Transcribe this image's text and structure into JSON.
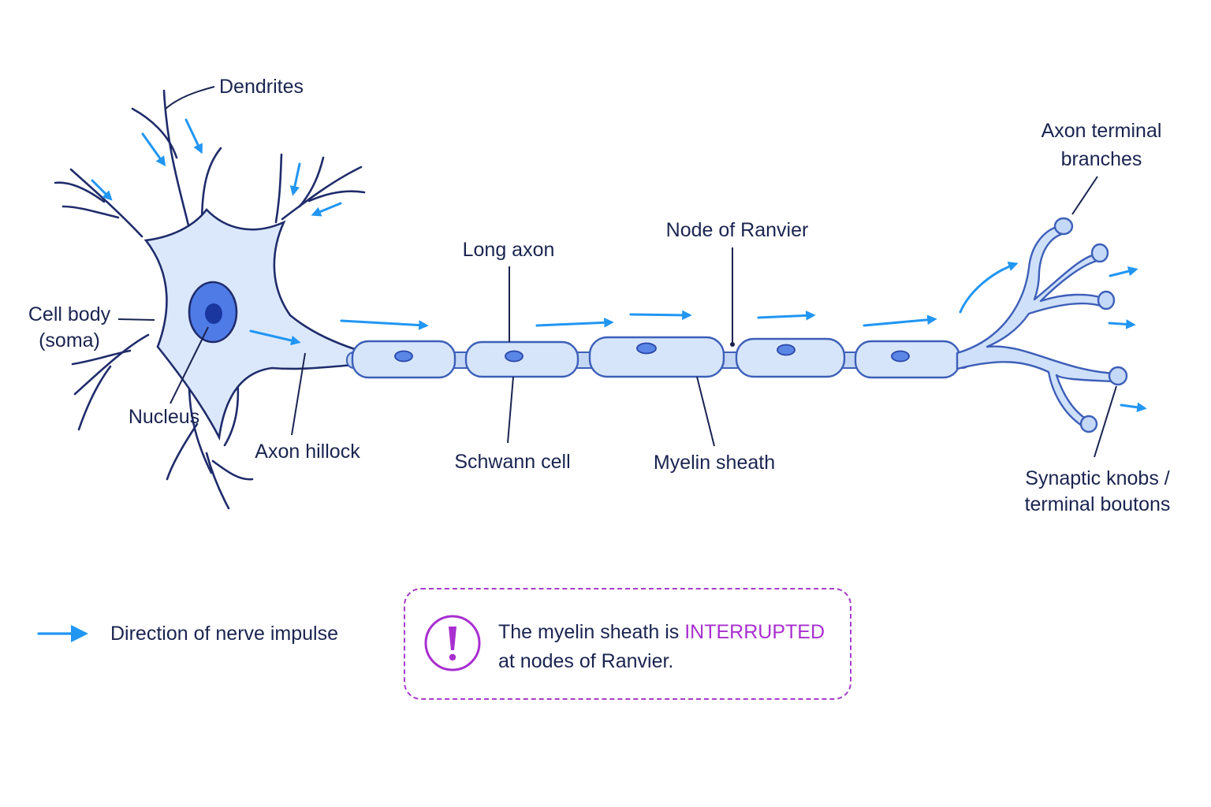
{
  "labels": {
    "dendrites": "Dendrites",
    "cell_body_line1": "Cell body",
    "cell_body_line2": "(soma)",
    "nucleus": "Nucleus",
    "axon_hillock": "Axon hillock",
    "long_axon": "Long axon",
    "schwann_cell": "Schwann cell",
    "node_of_ranvier": "Node of Ranvier",
    "myelin_sheath": "Myelin sheath",
    "axon_terminal_line1": "Axon terminal",
    "axon_terminal_line2": "branches",
    "synaptic_line1": "Synaptic knobs /",
    "synaptic_line2": "terminal boutons"
  },
  "legend": {
    "text": "Direction of nerve impulse",
    "arrow_color": "#2196f3"
  },
  "note": {
    "icon": "exclamation-circle-icon",
    "text_before": "The myelin sheath is ",
    "highlight": "INTERRUPTED",
    "text_after": "at nodes of Ranvier.",
    "border_color": "#a53ec8",
    "highlight_color": "#a82fd0"
  },
  "colors": {
    "outline": "#1f2c6b",
    "soma_fill": "#dbe8fc",
    "nucleus_fill": "#4f7be6",
    "arrow": "#2196f3"
  }
}
